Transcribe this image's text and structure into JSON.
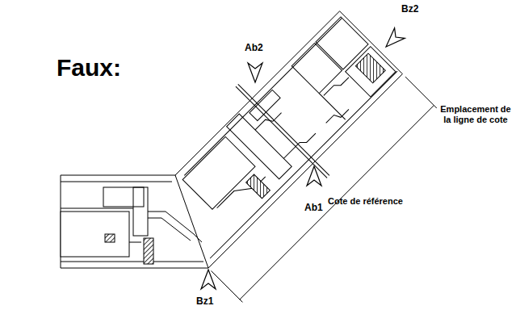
{
  "diagram": {
    "title": "Faux:",
    "labels": [
      "Bz2",
      "Ab2",
      "Emplacement de la ligne de cote",
      "Cote de référence",
      "Ab1",
      "Bz1"
    ]
  }
}
